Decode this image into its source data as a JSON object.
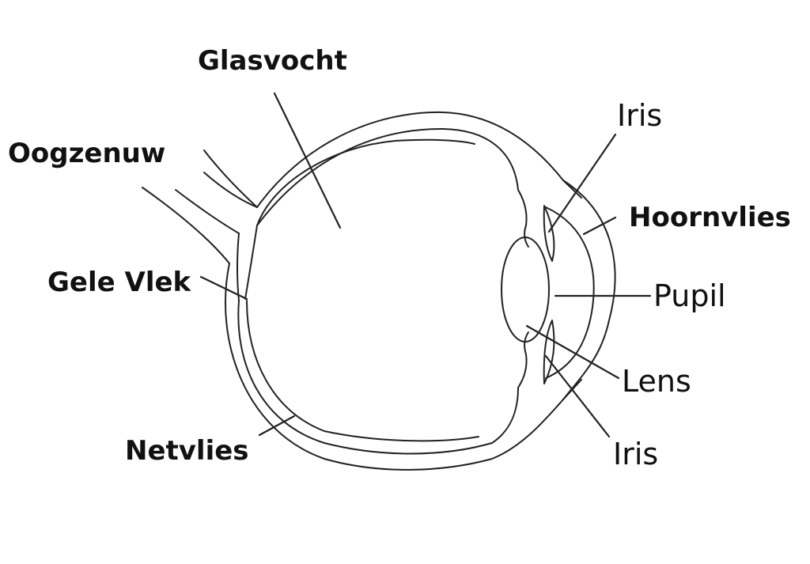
{
  "labels": {
    "glasvocht": "Glasvocht",
    "oogzenuw": "Oogzenuw",
    "gele_vlek": "Gele Vlek",
    "netvlies": "Netvlies",
    "iris_top": "Iris",
    "hoornvlies": "Hoornvlies",
    "pupil": "Pupil",
    "lens": "Lens",
    "iris_bottom": "Iris"
  },
  "colors": {
    "line": "#222222",
    "text": "#111111",
    "background": "#ffffff"
  }
}
